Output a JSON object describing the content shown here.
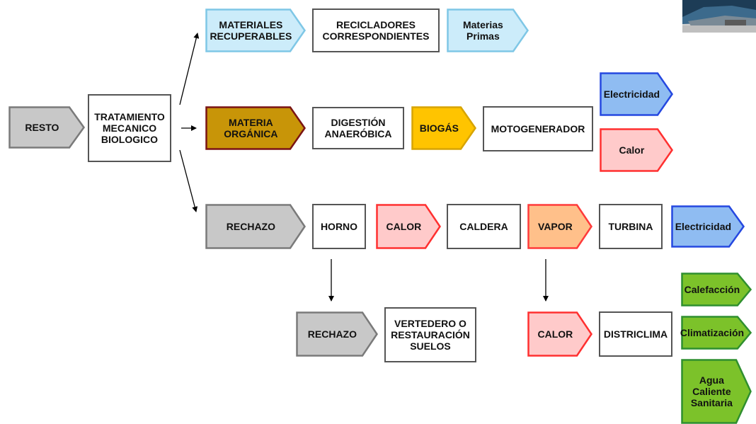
{
  "colors": {
    "gray": "#c8c8c8",
    "grayStroke": "#7a7a7a",
    "lightblue": "#ccecfa",
    "lightblueStroke": "#7fc7e6",
    "brown": "#c89508",
    "brownStroke": "#7a1414",
    "yellow": "#ffc400",
    "yellowStroke": "#d7a400",
    "blue": "#8fbcf2",
    "blueStroke": "#2548e0",
    "pink": "#ffcaca",
    "pinkStroke": "#ff3030",
    "orange": "#ffc08a",
    "orangeStroke": "#ff3a3a",
    "green": "#7cc22a",
    "greenStroke": "#2f8f2f"
  },
  "nodes": {
    "resto": "RESTO",
    "tratamiento": "TRATAMIENTO\nMECANICO\nBIOLOGICO",
    "materiales": "MATERIALES\nRECUPERABLES",
    "recicladores": "RECICLADORES\nCORRESPONDIENTES",
    "materias": "Materias\nPrimas",
    "materia_organica": "MATERIA\nORGÁNICA",
    "digestion": "DIGESTIÓN\nANAERÓBICA",
    "biogas": "BIOGÁS",
    "motogenerador": "MOTOGENERADOR",
    "electricidad1": "Electricidad",
    "calor1": "Calor",
    "rechazo1": "RECHAZO",
    "horno": "HORNO",
    "calor2": "CALOR",
    "caldera": "CALDERA",
    "vapor": "VAPOR",
    "turbina": "TURBINA",
    "electricidad2": "Electricidad",
    "rechazo2": "RECHAZO",
    "vertedero": "VERTEDERO O\nRESTAURACIÓN\nSUELOS",
    "calor3": "CALOR",
    "districlima": "DISTRICLIMA",
    "calefaccion": "Calefacción",
    "climatizacion": "Climatización",
    "agua": "Agua Caliente\nSanitaria"
  }
}
